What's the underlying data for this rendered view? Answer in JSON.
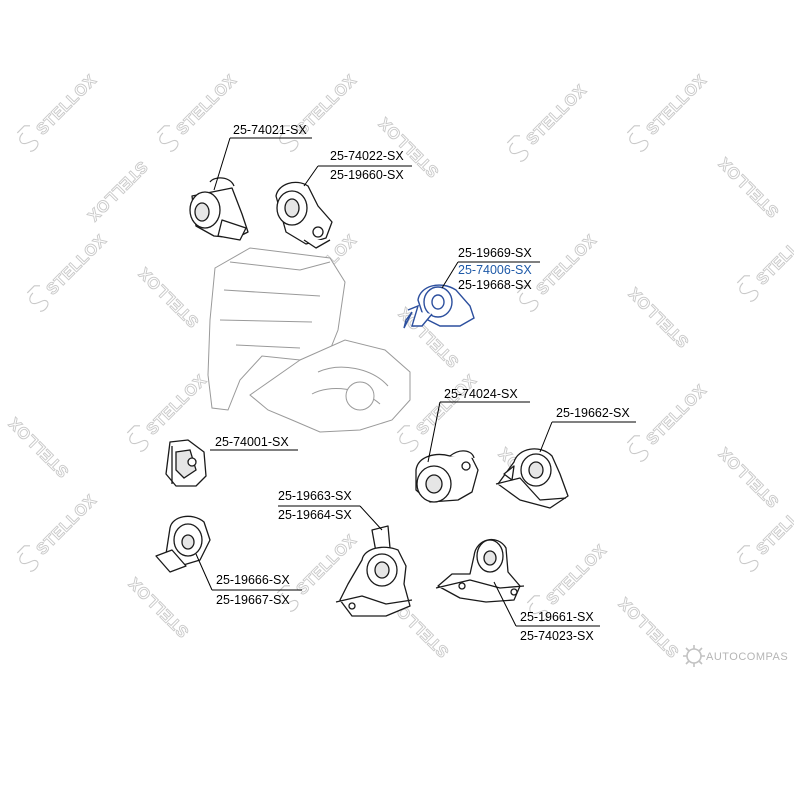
{
  "labels": {
    "a": "25-74021-SX",
    "b1": "25-74022-SX",
    "b2": "25-19660-SX",
    "c1": "25-19669-SX",
    "c2": "25-74006-SX",
    "c3": "25-19668-SX",
    "d": "25-74024-SX",
    "e": "25-19662-SX",
    "f": "25-74001-SX",
    "g1": "25-19663-SX",
    "g2": "25-19664-SX",
    "h1": "25-19666-SX",
    "h2": "25-19667-SX",
    "i1": "25-19661-SX",
    "i2": "25-74023-SX"
  },
  "watermark_text": "STELLOX",
  "brand": "AUTOCOMPAS",
  "colors": {
    "highlight": "#1f5aa8",
    "watermark": "#c9c9c9"
  }
}
